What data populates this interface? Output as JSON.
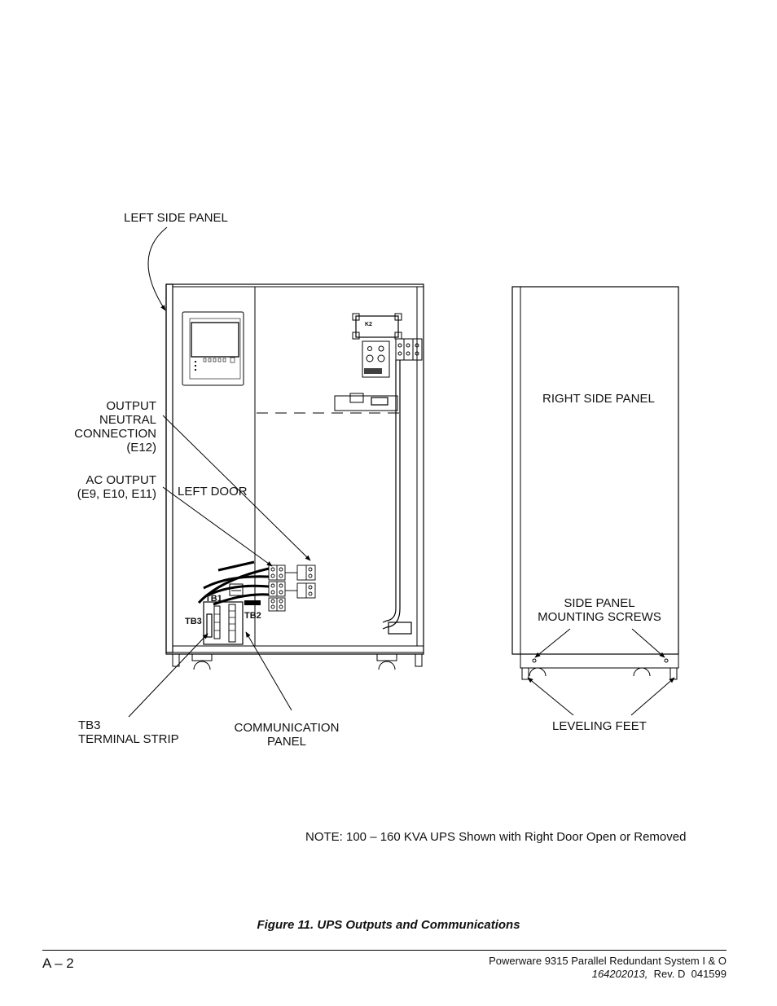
{
  "labels": {
    "left_side_panel": "LEFT SIDE PANEL",
    "output_neutral": "OUTPUT\nNEUTRAL\nCONNECTION\n(E12)",
    "ac_output": "AC OUTPUT\n(E9, E10, E11)",
    "left_door": "LEFT DOOR",
    "tb3_terminal_strip": "TB3\nTERMINAL STRIP",
    "communication_panel": "COMMUNICATION\nPANEL",
    "right_side_panel": "RIGHT SIDE PANEL",
    "side_panel_screws": "SIDE PANEL\nMOUNTING SCREWS",
    "leveling_feet": "LEVELING FEET",
    "tb1": "TB1",
    "tb2": "TB2",
    "tb3": "TB3",
    "k2": "K2"
  },
  "note": "NOTE: 100 – 160 KVA UPS Shown with Right Door Open or Removed",
  "caption": "Figure 11.  UPS Outputs and Communications",
  "footer": {
    "page_number": "A – 2",
    "doc_title": "Powerware 9315 Parallel Redundant System I & O",
    "doc_number": "164202013,",
    "revision": "  Rev. D  041599"
  }
}
